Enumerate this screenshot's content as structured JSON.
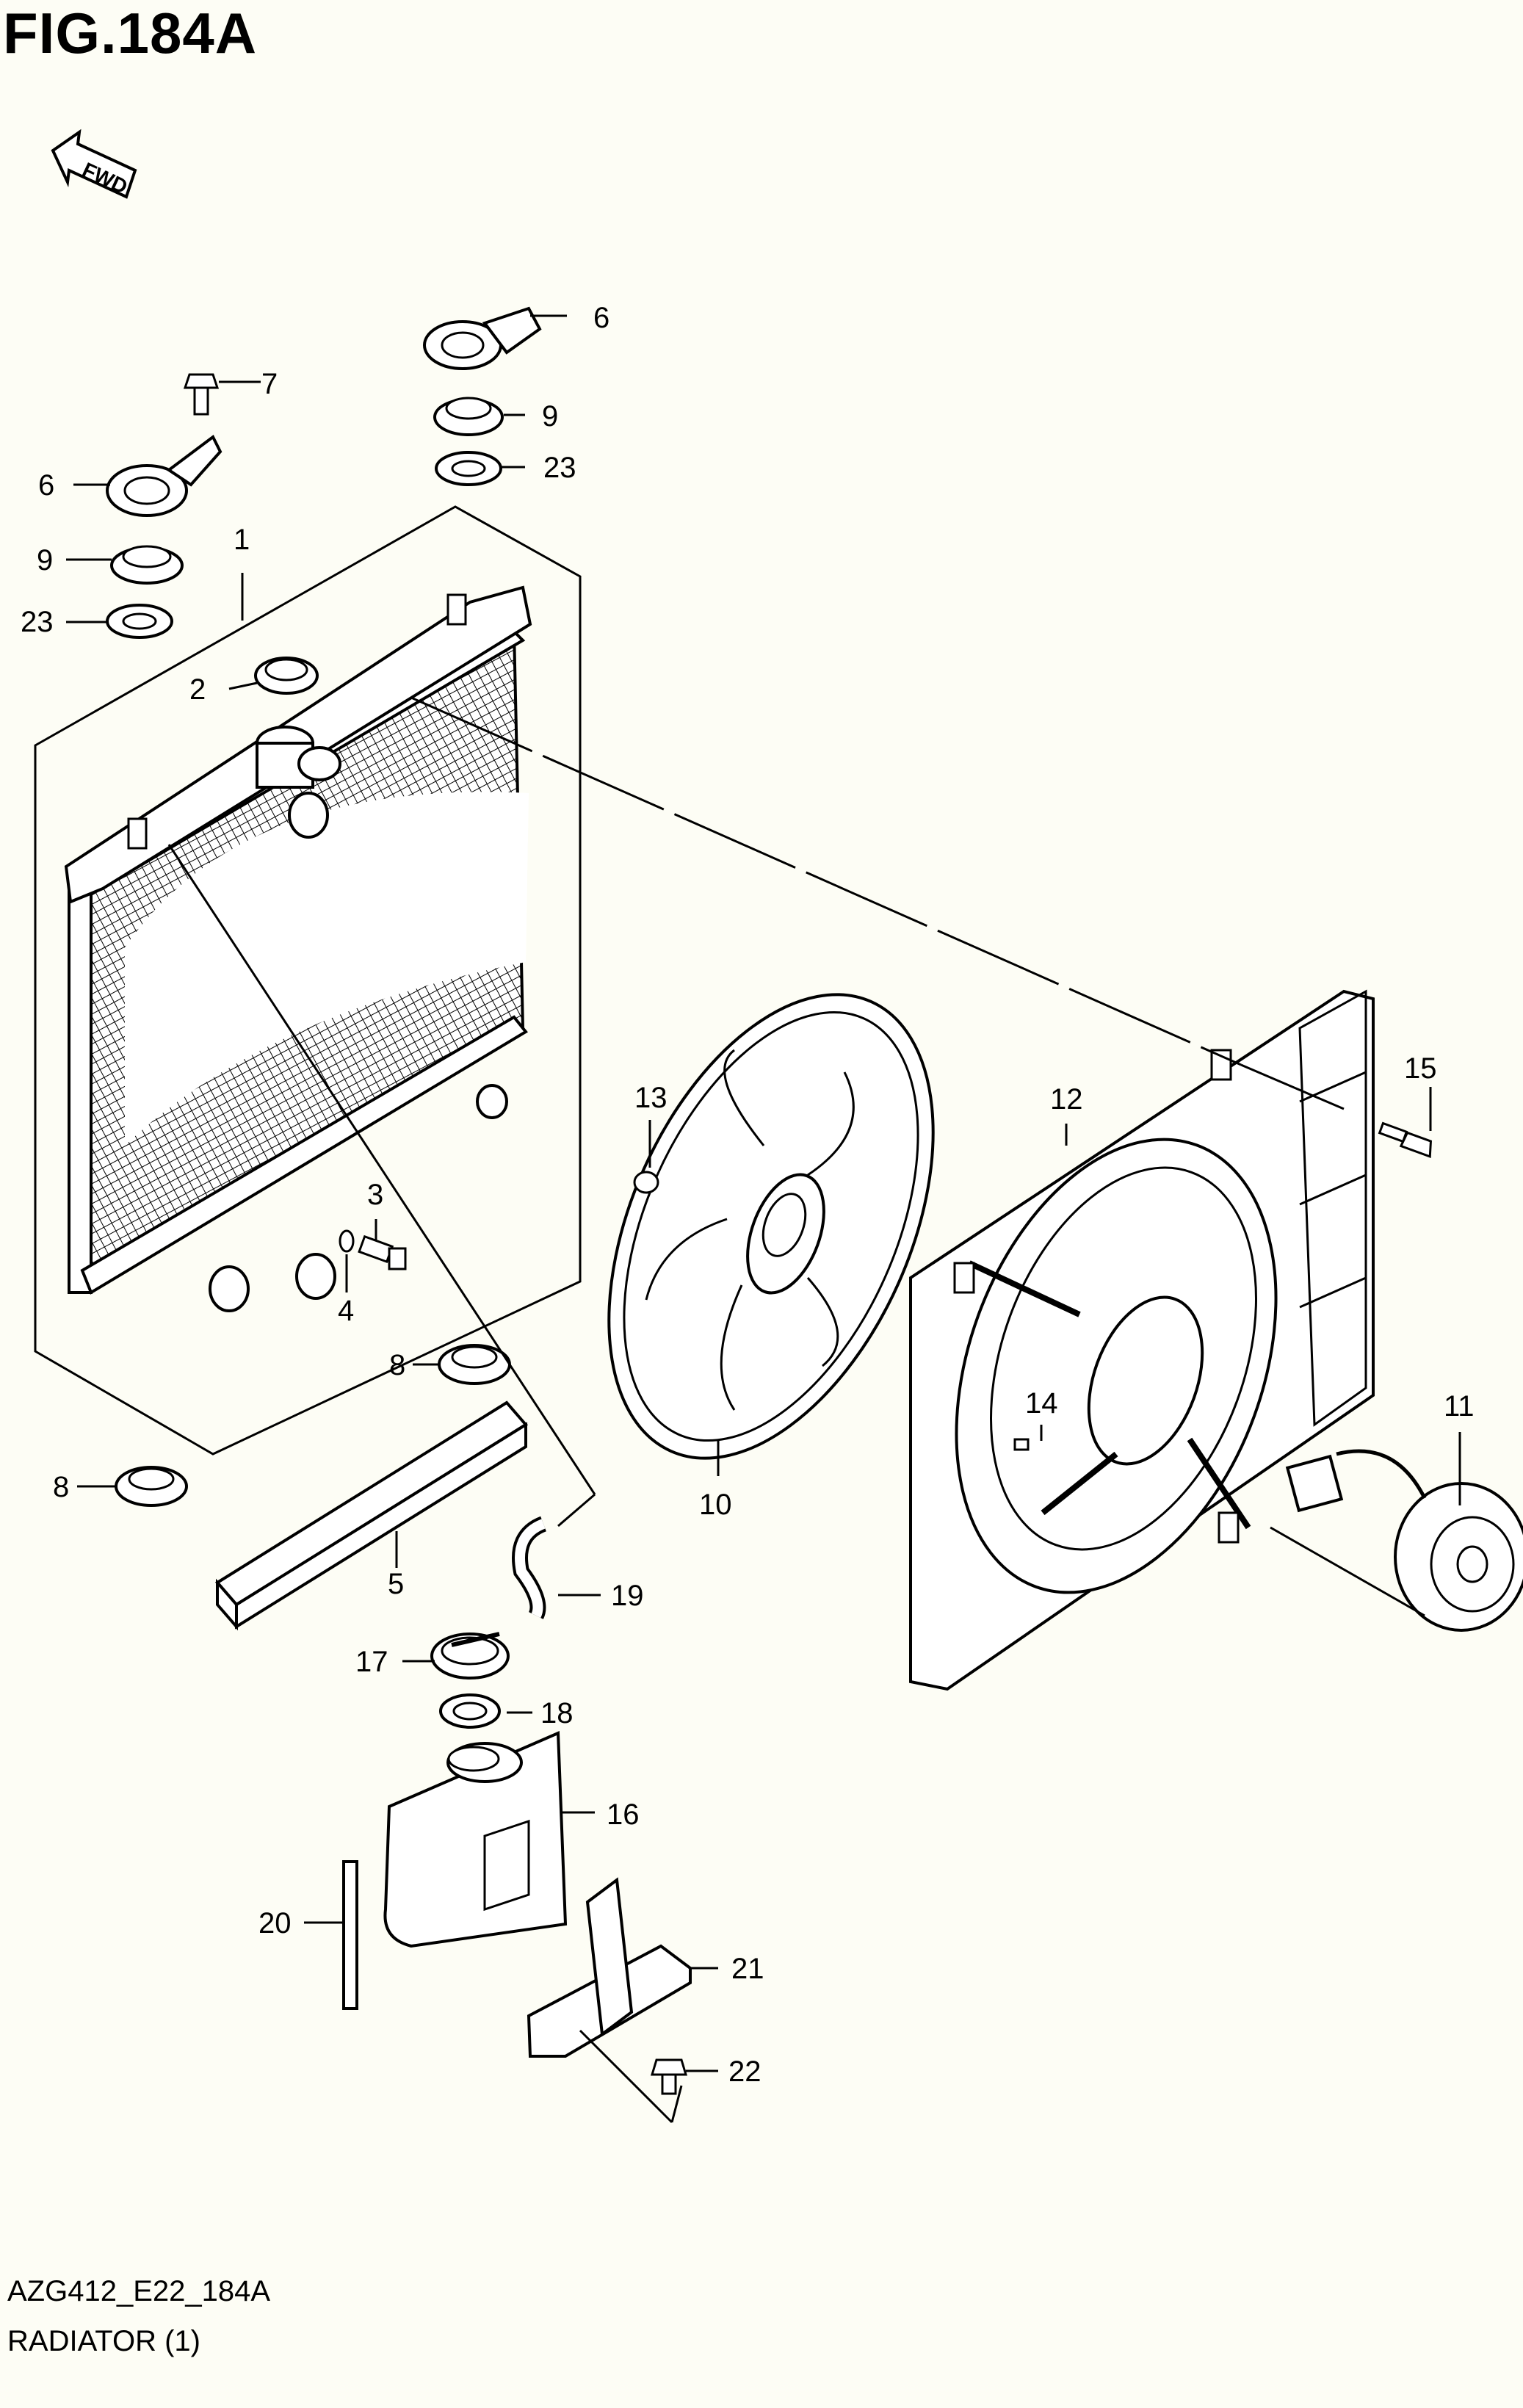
{
  "figure": {
    "title": "FIG.184A",
    "code": "AZG412_E22_184A",
    "caption": "RADIATOR (1)",
    "fwd_label": "FWD"
  },
  "callouts": {
    "c1": "1",
    "c2": "2",
    "c3": "3",
    "c4": "4",
    "c5": "5",
    "c6a": "6",
    "c6b": "6",
    "c7": "7",
    "c8a": "8",
    "c8b": "8",
    "c9a": "9",
    "c9b": "9",
    "c10": "10",
    "c11": "11",
    "c12": "12",
    "c13": "13",
    "c14": "14",
    "c15": "15",
    "c16": "16",
    "c17": "17",
    "c18": "18",
    "c19": "19",
    "c20": "20",
    "c21": "21",
    "c22": "22",
    "c23a": "23",
    "c23b": "23"
  },
  "colors": {
    "line": "#000000",
    "background": "#fdfdf5",
    "part_fill": "#ffffff"
  }
}
